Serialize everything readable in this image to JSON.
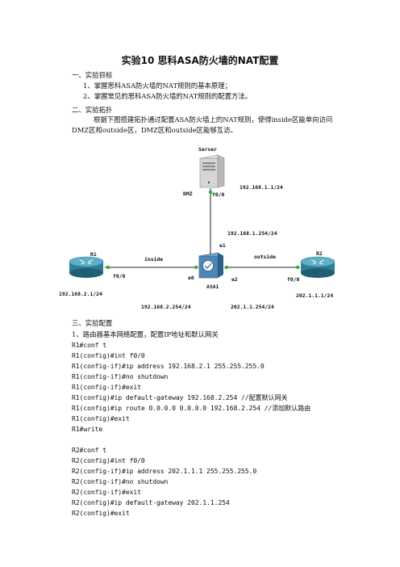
{
  "doc": {
    "title": "实验10 思科ASA防火墙的NAT配置",
    "section1": {
      "heading": "一、实验目标",
      "items": [
        "1、掌握思科ASA防火墙的NAT规则的基本原理；",
        "2、掌握常见的思科ASA防火墙的NAT规则的配置方法。"
      ]
    },
    "section2": {
      "heading": "二、实验拓扑",
      "paragraph": "根据下图搭建拓扑通过配置ASA防火墙上的NAT规则，使得inside区能单向访问DMZ区和outside区，DMZ区和outside区能够互访。"
    },
    "topology": {
      "server": "Server",
      "dmz": "DMZ",
      "server_if": "f0/0",
      "server_ip": "192.168.1.1/24",
      "asa_e1_ip": "192.168.1.254/24",
      "e1": "e1",
      "r1": "R1",
      "r2": "R2",
      "inside": "inside",
      "outside": "outside",
      "r1_if": "f0/0",
      "r2_if": "f0/0",
      "e0": "e0",
      "e2": "e2",
      "asa": "ASA1",
      "r1_ip": "192.168.2.1/24",
      "r2_ip": "202.1.1.1/24",
      "asa_e0_ip": "192.168.2.254/24",
      "asa_e2_ip": "202.1.1.254/24"
    },
    "section3": {
      "heading": "三、实验配置",
      "item1": "1、路由器基本网络配置，配置IP地址和默认网关",
      "r1_lines": [
        "R1#conf t",
        "R1(config)#int f0/0",
        "R1(config-if)#ip address 192.168.2.1 255.255.255.0",
        "R1(config-if)#no shutdown",
        "R1(config-if)#exit",
        "R1(config)#ip default-gateway 192.168.2.254 //配置默认网关",
        "R1(config)#ip route 0.0.0.0 0.0.0.0 192.168.2.254 //添加默认路由",
        "R1(config)#exit",
        "R1#write"
      ],
      "r2_lines": [
        "R2#conf t",
        "R2(config)#int f0/0",
        "R2(config-if)#ip address 202.1.1.1 255.255.255.0",
        "R2(config-if)#no shutdown",
        "R2(config-if)#exit",
        "R2(config)#ip default-gateway 202.1.1.254",
        "R2(config)#exit"
      ]
    }
  }
}
